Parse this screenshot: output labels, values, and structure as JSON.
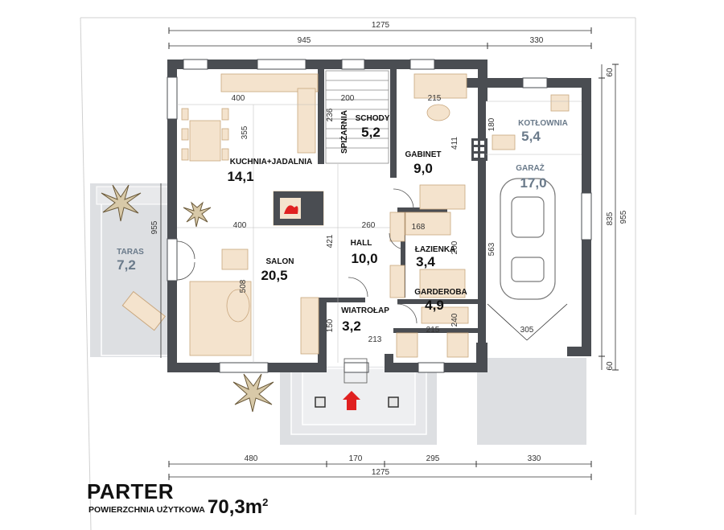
{
  "plan": {
    "title": "PARTER",
    "subtitle": "POWIERZCHNIA UŻYTKOWA",
    "total_area": "70,3m",
    "total_area_sup": "2"
  },
  "rooms": [
    {
      "name": "KUCHNIA+JADALNIA",
      "area": "14,1"
    },
    {
      "name": "SCHODY",
      "area": "5,2"
    },
    {
      "name": "SPIŻARNIA"
    },
    {
      "name": "GABINET",
      "area": "9,0"
    },
    {
      "name": "KOTŁOWNIA",
      "area": "5,4"
    },
    {
      "name": "GARAŻ",
      "area": "17,0"
    },
    {
      "name": "TARAS",
      "area": "7,2"
    },
    {
      "name": "SALON",
      "area": "20,5"
    },
    {
      "name": "HALL",
      "area": "10,0"
    },
    {
      "name": "ŁAZIENKA",
      "area": "3,4"
    },
    {
      "name": "GARDEROBA",
      "area": "4,9"
    },
    {
      "name": "WIATROŁAP",
      "area": "3,2"
    }
  ],
  "dimensions": {
    "top_total": "1275",
    "top_left": "945",
    "top_right": "330",
    "bottom": [
      "480",
      "170",
      "295",
      "330"
    ],
    "bottom_total": "1275",
    "left": "955",
    "right_total": "955",
    "right_parts": [
      "60",
      "835",
      "60"
    ]
  },
  "inner_dimensions": [
    "400",
    "200",
    "215",
    "355",
    "236",
    "180",
    "411",
    "400",
    "260",
    "168",
    "421",
    "200",
    "508",
    "563",
    "150",
    "213",
    "215",
    "240",
    "305"
  ],
  "colors": {
    "wall": "#4a4d52",
    "furniture": "#f4e3cd",
    "terrace": "#dddfe2",
    "arrow": "#e02020"
  }
}
